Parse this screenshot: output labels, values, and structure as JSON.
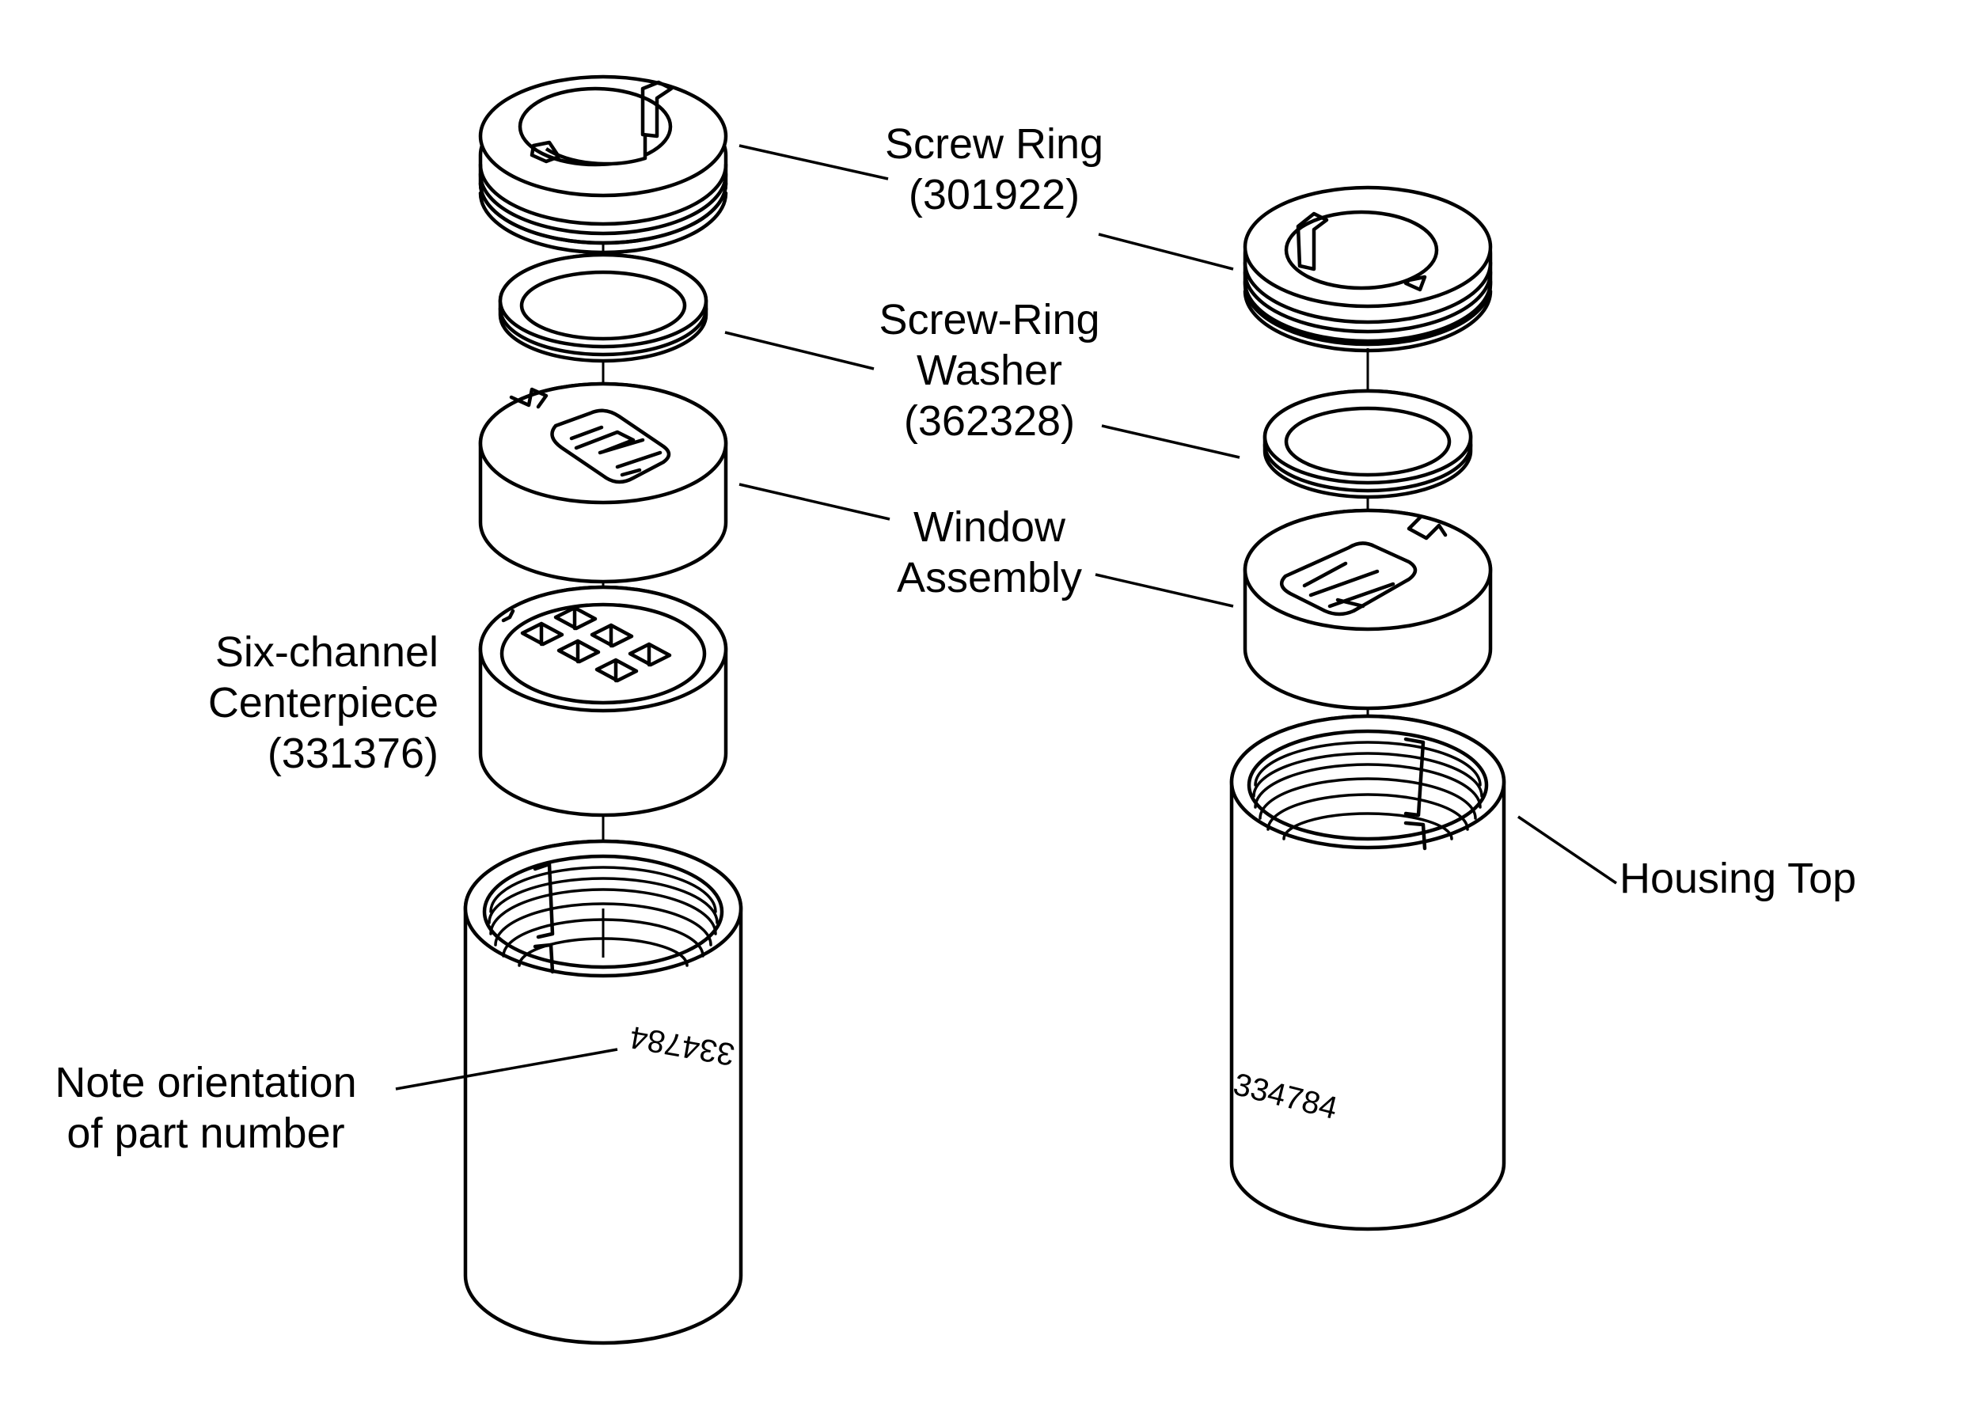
{
  "figure": {
    "type": "exploded assembly diagram",
    "description": "Two stacked cell assemblies shown in exploded view, left (six-channel) and right (standard window)",
    "line_color": "#000000",
    "background": "#ffffff"
  },
  "labels": {
    "screw_ring": {
      "name": "Screw Ring",
      "part_number": "(301922)"
    },
    "screw_ring_washer": {
      "name_line1": "Screw-Ring",
      "name_line2": "Washer",
      "part_number": "(362328)"
    },
    "window_assembly": {
      "name_line1": "Window",
      "name_line2": "Assembly"
    },
    "centerpiece": {
      "name_line1": "Six-channel",
      "name_line2": "Centerpiece",
      "part_number": "(331376)"
    },
    "housing_top": {
      "name": "Housing Top"
    },
    "note": {
      "line1": "Note orientation",
      "line2": "of part number"
    }
  },
  "engravings": {
    "left_housing": "334784",
    "right_housing": "334784"
  },
  "assemblies": [
    {
      "side": "left",
      "parts": [
        "Screw Ring",
        "Screw-Ring Washer",
        "Window Assembly",
        "Six-channel Centerpiece",
        "Housing Top"
      ]
    },
    {
      "side": "right",
      "parts": [
        "Screw Ring",
        "Screw-Ring Washer",
        "Window Assembly",
        "Housing Top"
      ]
    }
  ]
}
